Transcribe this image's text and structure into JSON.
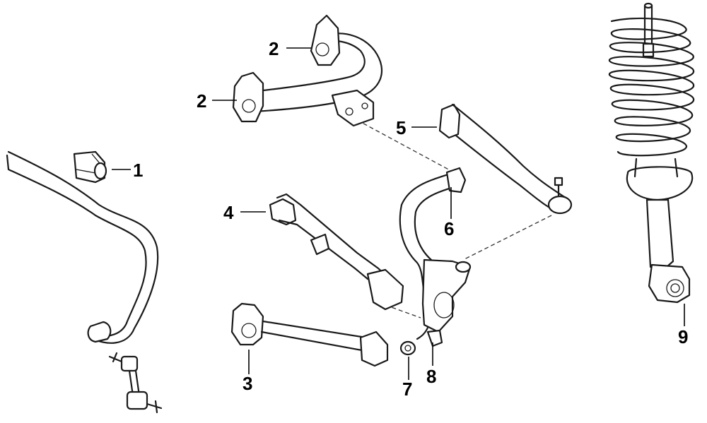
{
  "callouts": [
    {
      "id": "stabilizer-bushing",
      "label": "1"
    },
    {
      "id": "upper-arm-bushing-a",
      "label": "2"
    },
    {
      "id": "upper-arm-bushing-b",
      "label": "2"
    },
    {
      "id": "lower-link-bushing",
      "label": "3"
    },
    {
      "id": "trailing-arm-bushing",
      "label": "4"
    },
    {
      "id": "control-arm-bushing",
      "label": "5"
    },
    {
      "id": "knuckle-upper-bushing",
      "label": "6"
    },
    {
      "id": "knuckle-lower-bushing",
      "label": "7"
    },
    {
      "id": "knuckle-rear-bushing",
      "label": "8"
    },
    {
      "id": "shock-absorber-bushing",
      "label": "9"
    }
  ]
}
